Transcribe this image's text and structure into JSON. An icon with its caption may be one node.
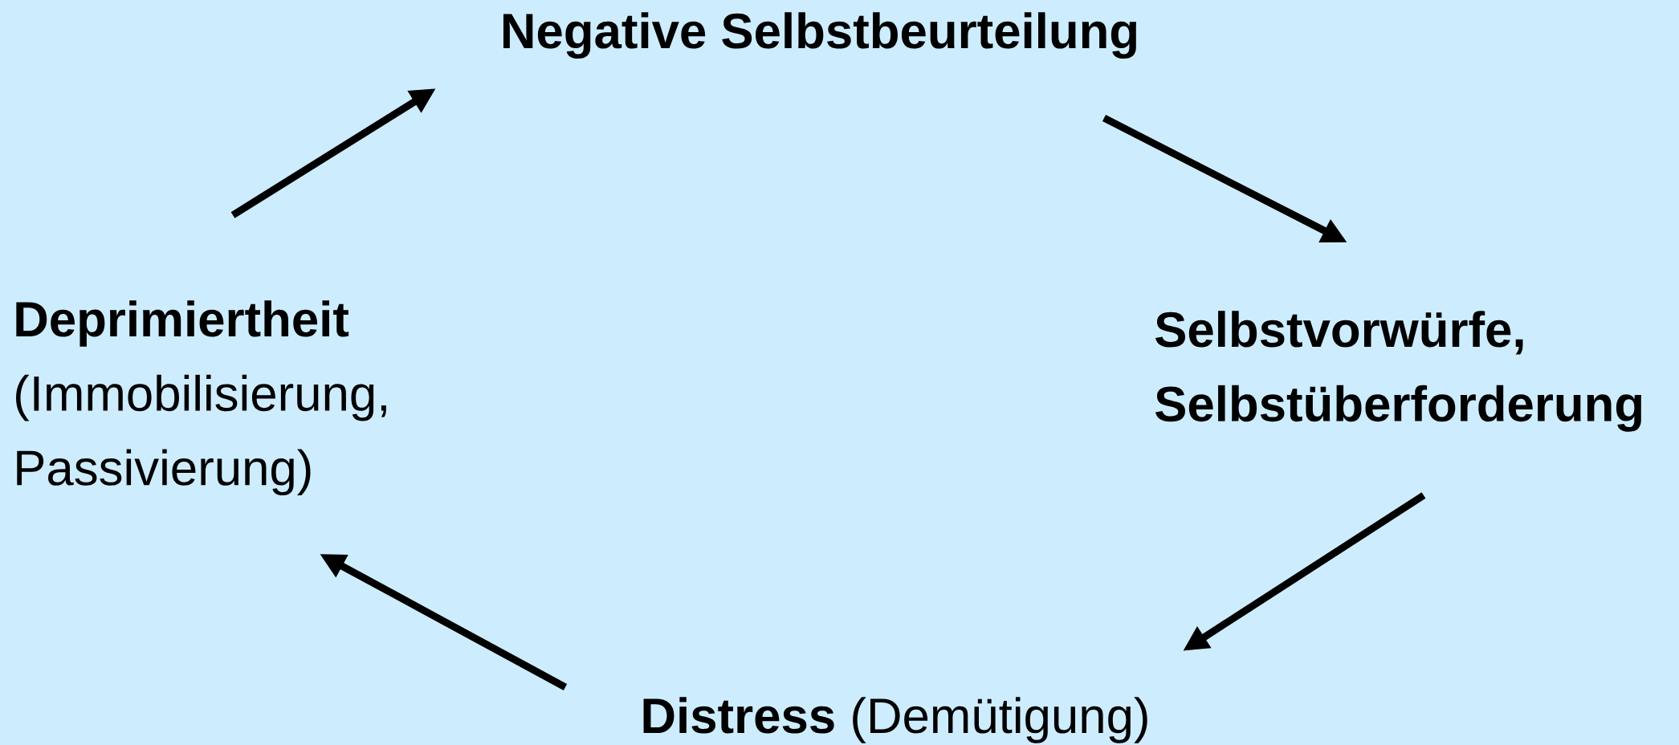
{
  "diagram": {
    "nodes": [
      {
        "text": [
          "Negative Selbstbeurteilung"
        ]
      },
      {
        "text": [
          "Selbstvorwürfe, Selbstüberforderung"
        ]
      },
      {
        "text": [
          "**Distress** (Demütigung)"
        ]
      },
      {
        "text": [
          "Deprimiertheit",
          "(Immobilisierung, Passivierung)"
        ]
      }
    ],
    "edges": [
      {
        "from": 3,
        "to": 0,
        "arrow": "to"
      },
      {
        "from": 0,
        "to": 1,
        "arrow": "to"
      },
      {
        "from": 1,
        "to": 2,
        "arrow": "to"
      },
      {
        "from": 2,
        "to": 3,
        "arrow": "to"
      }
    ]
  }
}
